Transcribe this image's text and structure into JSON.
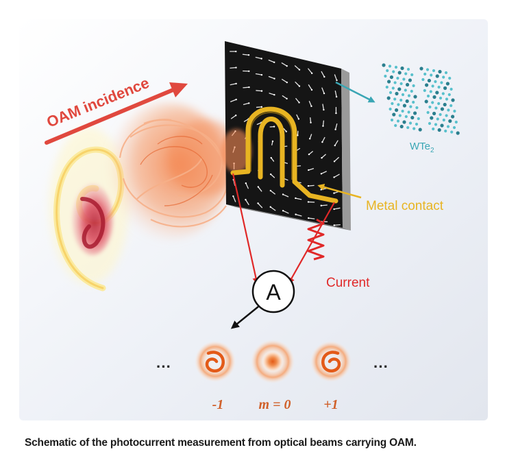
{
  "labels": {
    "incidence": "OAM incidence",
    "material_prefix": "WTe",
    "material_subscript": "2",
    "contact": "Metal contact",
    "current": "Current",
    "ammeter": "A",
    "ellipsis_left": "···",
    "ellipsis_right": "···"
  },
  "modes": [
    {
      "label": "-1",
      "sense": "ccw"
    },
    {
      "label": "m = 0",
      "sense": "none"
    },
    {
      "label": "+1",
      "sense": "cw"
    }
  ],
  "caption": "Schematic of the photocurrent measurement from optical beams carrying OAM.",
  "colors": {
    "incidence_arrow": "#e0483e",
    "contact": "#e8b422",
    "current": "#e02828",
    "material": "#3aa6b4",
    "beam": "#f08050",
    "mode_label": "#d0602a",
    "sample": "#151515"
  }
}
